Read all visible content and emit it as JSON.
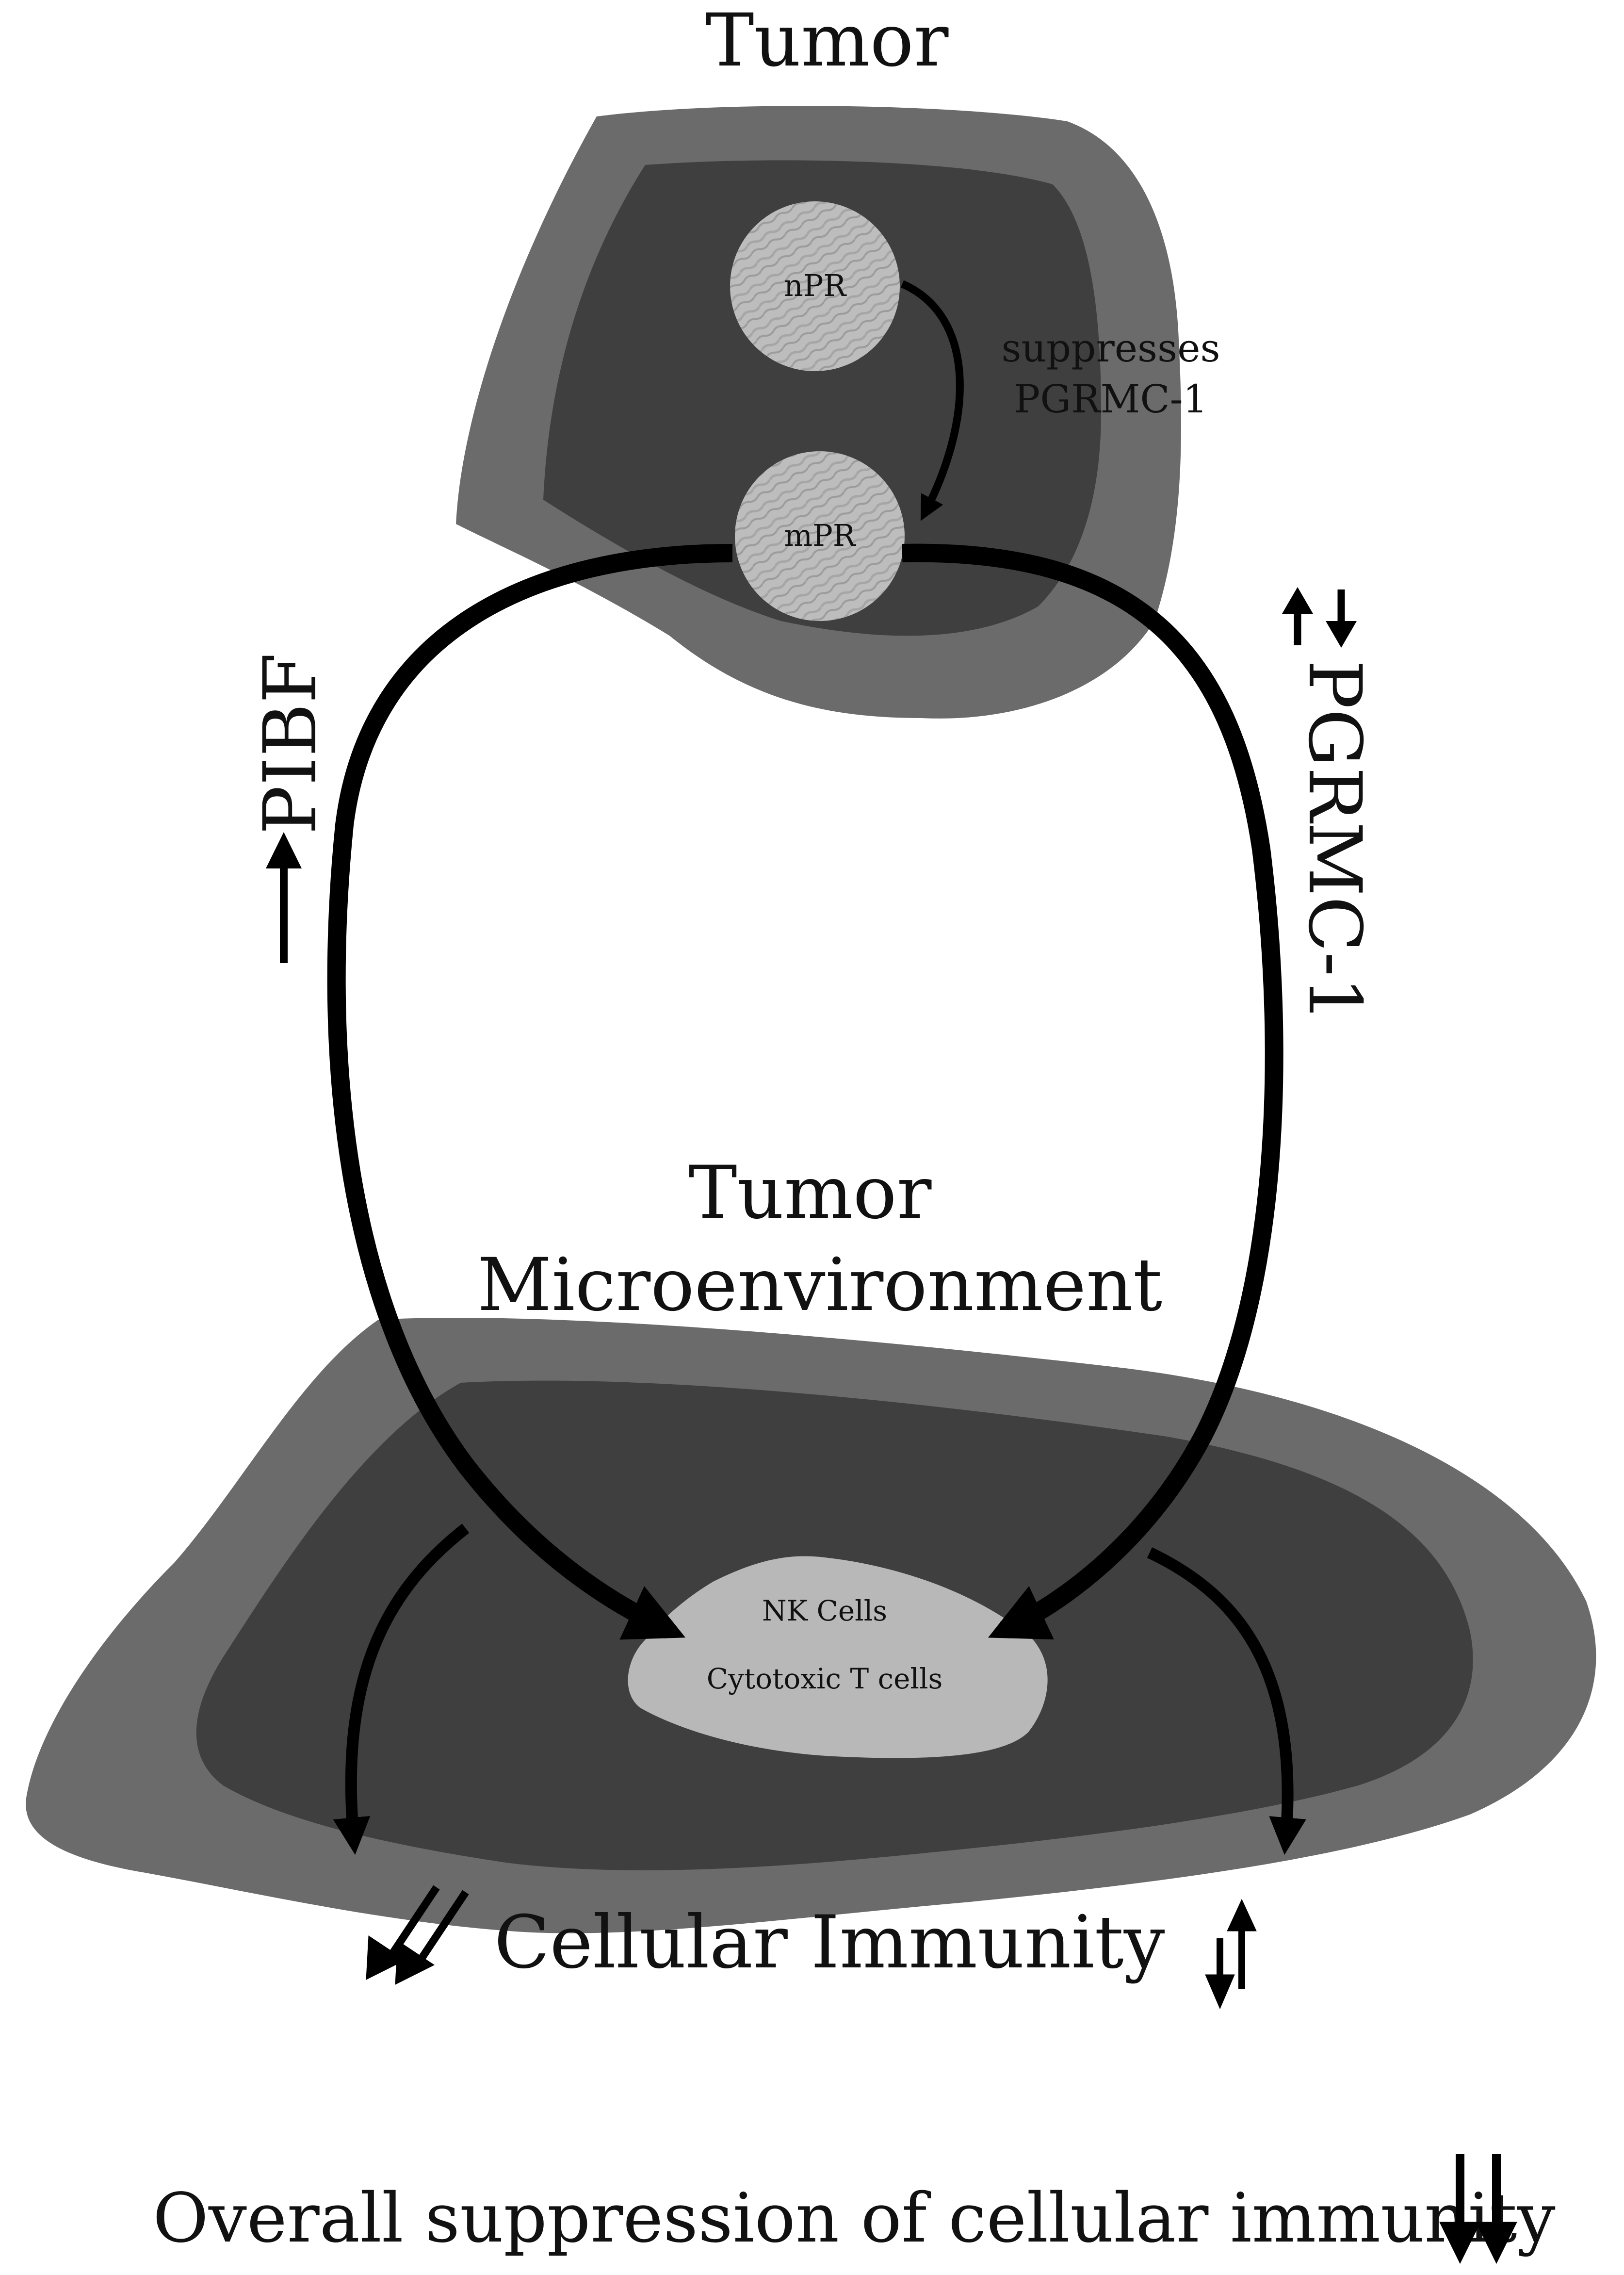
{
  "title": "Tumor",
  "tumor": {
    "npr_label": "nPR",
    "mpr_label": "mPR",
    "suppresses_line1": "suppresses",
    "suppresses_line2": "PGRMC-1"
  },
  "pathways": {
    "left_label": "PIBF",
    "right_label": "PGRMC-1"
  },
  "microenvironment": {
    "line1": "Tumor",
    "line2": "Microenvironment"
  },
  "immune_cells": {
    "line1": "NK Cells",
    "line2": "Cytotoxic T cells"
  },
  "cellular_immunity": "Cellular Immunity",
  "summary": "Overall suppression of cellular immunity",
  "colors": {
    "outer_gray": "#6b6b6b",
    "inner_dark": "#3f3f3f",
    "cell_light": "#b8b8b8",
    "arrow": "#000000",
    "background": "#ffffff"
  }
}
